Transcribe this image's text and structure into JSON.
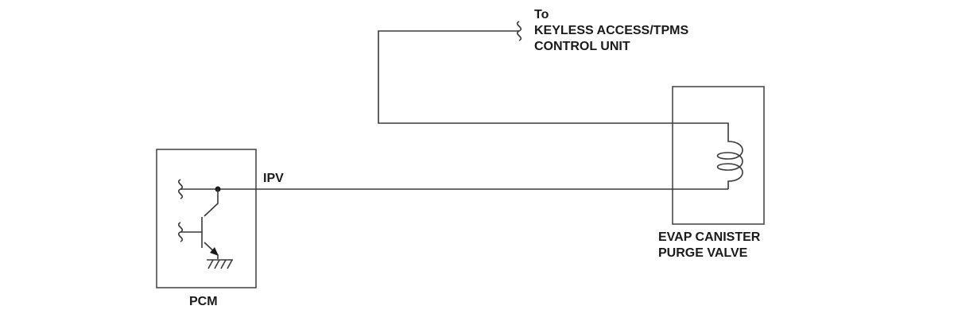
{
  "labels": {
    "to_line1": "To",
    "to_line2": "KEYLESS ACCESS/TPMS",
    "to_line3": "CONTROL UNIT",
    "ipv": "IPV",
    "evap_line1": "EVAP CANISTER",
    "evap_line2": "PURGE VALVE",
    "pcm": "PCM"
  },
  "colors": {
    "line": "#3a3a3a",
    "text": "#1a1a1a",
    "background": "#ffffff"
  }
}
